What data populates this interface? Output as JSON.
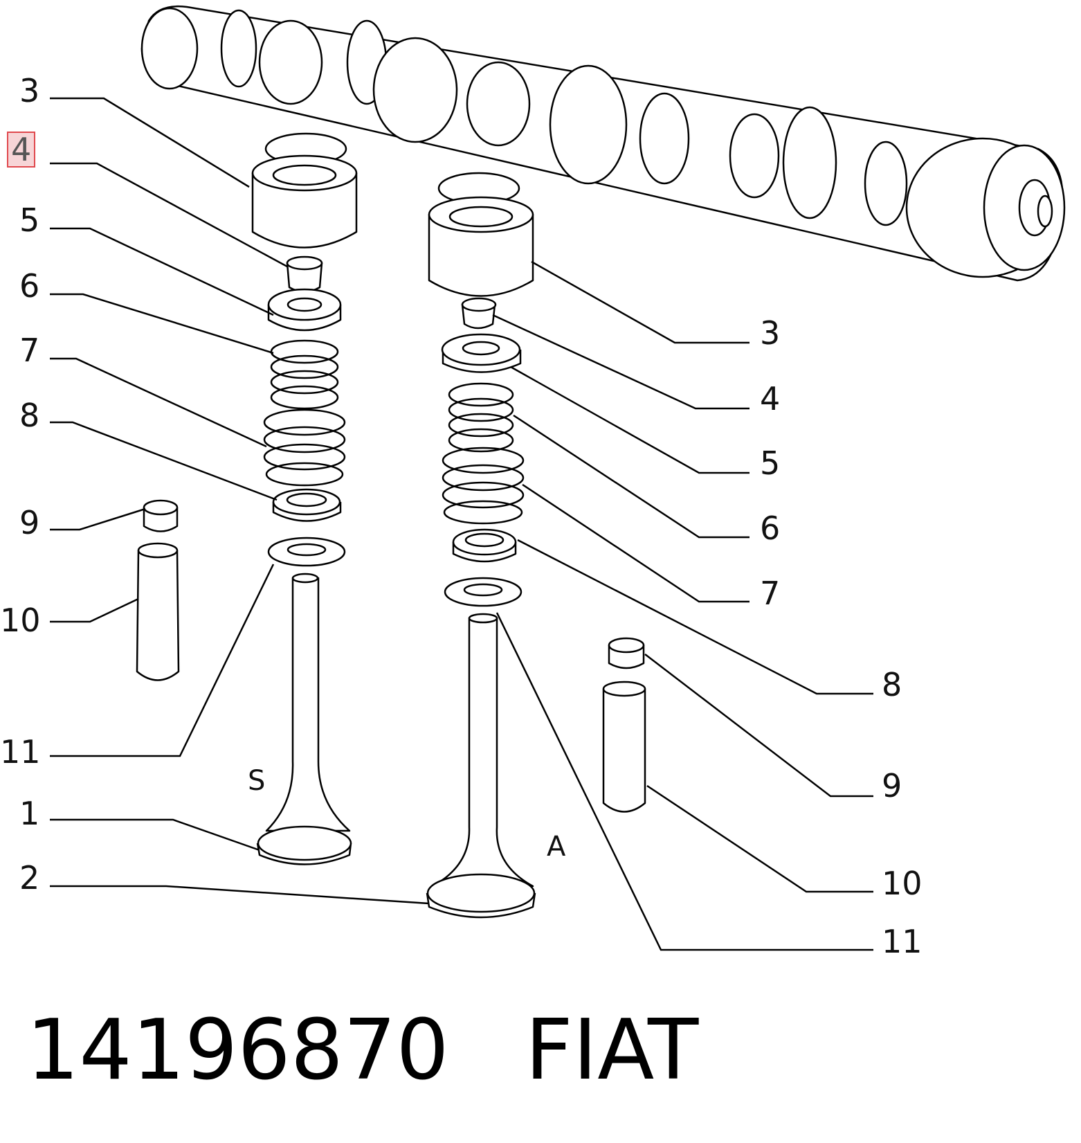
{
  "diagram": {
    "left_callouts": [
      "3",
      "4",
      "5",
      "6",
      "7",
      "8",
      "9",
      "10",
      "11",
      "1",
      "2"
    ],
    "right_callouts": [
      "3",
      "4",
      "5",
      "6",
      "7",
      "8",
      "9",
      "10",
      "11"
    ],
    "highlighted_callout": "4",
    "valve_labels": {
      "exhaust": "S",
      "intake": "A"
    }
  },
  "footer": {
    "part_number": "14196870",
    "brand": "FIAT"
  },
  "colors": {
    "line": "#000000",
    "highlight_border": "#e0484d",
    "highlight_fill": "#f7d5d7"
  }
}
